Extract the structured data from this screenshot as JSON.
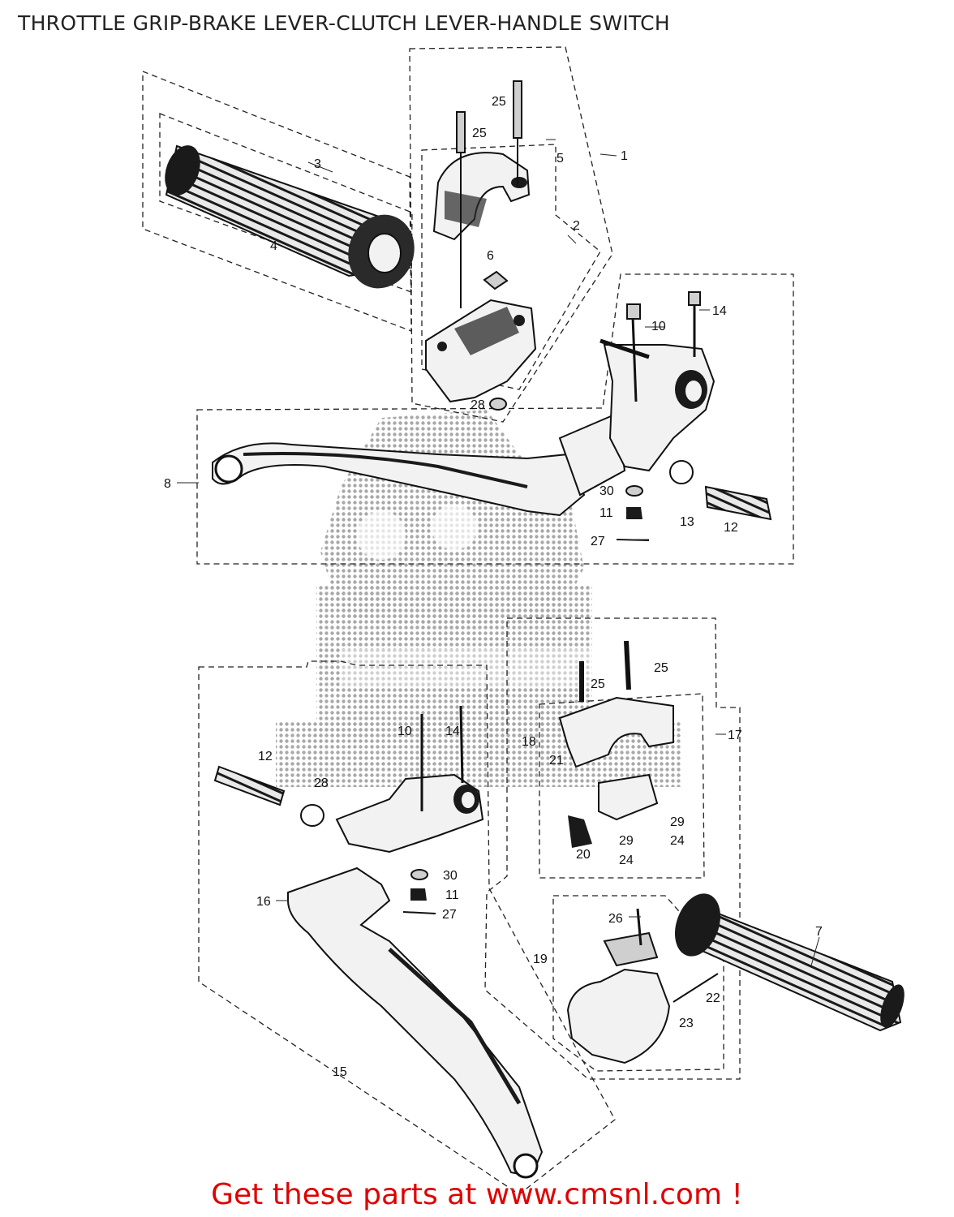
{
  "title": "THROTTLE GRIP-BRAKE LEVER-CLUTCH LEVER-HANDLE SWITCH",
  "footer": "Get these parts at www.cmsnl.com !",
  "watermark": {
    "shown": true,
    "style": "halftone dot logo",
    "color": "#9a9a9a"
  },
  "diagram": {
    "type": "exploded parts diagram",
    "callouts": [
      {
        "id": "c1",
        "label": "1"
      },
      {
        "id": "c2",
        "label": "2"
      },
      {
        "id": "c3",
        "label": "3"
      },
      {
        "id": "c4",
        "label": "4"
      },
      {
        "id": "c5",
        "label": "5"
      },
      {
        "id": "c6",
        "label": "6"
      },
      {
        "id": "c7",
        "label": "7"
      },
      {
        "id": "c8",
        "label": "8"
      },
      {
        "id": "c10a",
        "label": "10"
      },
      {
        "id": "c10b",
        "label": "10"
      },
      {
        "id": "c11a",
        "label": "11"
      },
      {
        "id": "c11b",
        "label": "11"
      },
      {
        "id": "c12a",
        "label": "12"
      },
      {
        "id": "c12b",
        "label": "12"
      },
      {
        "id": "c13",
        "label": "13"
      },
      {
        "id": "c14a",
        "label": "14"
      },
      {
        "id": "c14b",
        "label": "14"
      },
      {
        "id": "c15",
        "label": "15"
      },
      {
        "id": "c16",
        "label": "16"
      },
      {
        "id": "c17",
        "label": "17"
      },
      {
        "id": "c18",
        "label": "18"
      },
      {
        "id": "c19",
        "label": "19"
      },
      {
        "id": "c20",
        "label": "20"
      },
      {
        "id": "c21",
        "label": "21"
      },
      {
        "id": "c22",
        "label": "22"
      },
      {
        "id": "c23",
        "label": "23"
      },
      {
        "id": "c24a",
        "label": "24"
      },
      {
        "id": "c24b",
        "label": "24"
      },
      {
        "id": "c25a",
        "label": "25"
      },
      {
        "id": "c25b",
        "label": "25"
      },
      {
        "id": "c25c",
        "label": "25"
      },
      {
        "id": "c25d",
        "label": "25"
      },
      {
        "id": "c26",
        "label": "26"
      },
      {
        "id": "c27a",
        "label": "27"
      },
      {
        "id": "c27b",
        "label": "27"
      },
      {
        "id": "c28a",
        "label": "28"
      },
      {
        "id": "c28b",
        "label": "28"
      },
      {
        "id": "c29a",
        "label": "29"
      },
      {
        "id": "c29b",
        "label": "29"
      },
      {
        "id": "c30a",
        "label": "30"
      },
      {
        "id": "c30b",
        "label": "30"
      }
    ]
  }
}
